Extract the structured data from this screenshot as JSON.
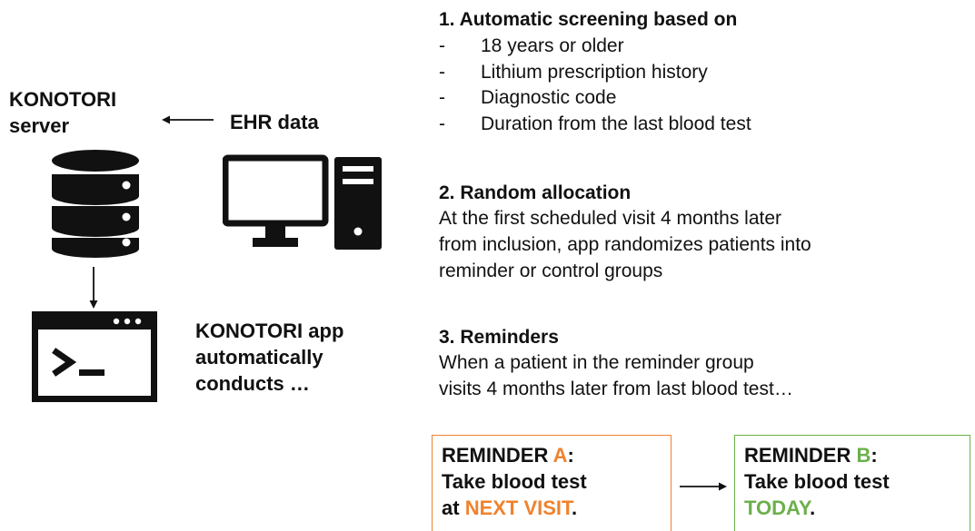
{
  "server": {
    "label_line1": "KONOTORI",
    "label_line2": "server"
  },
  "ehr": {
    "label": "EHR data"
  },
  "app": {
    "line1": "KONOTORI app",
    "line2": "automatically",
    "line3": "conducts …"
  },
  "steps": {
    "screening": {
      "title": "1. Automatic screening based on",
      "criteria": [
        "18 years or older",
        "Lithium prescription history",
        "Diagnostic code",
        "Duration from the last blood test"
      ]
    },
    "allocation": {
      "title": "2. Random allocation",
      "text": [
        "At the first scheduled visit 4 months later",
        "from inclusion, app randomizes patients into",
        "reminder or control groups"
      ]
    },
    "reminders": {
      "title": "3. Reminders",
      "text": [
        "When a patient in the reminder group",
        "visits 4 months later from last blood test…"
      ]
    }
  },
  "reminder_a": {
    "prefix": "REMINDER ",
    "letter": "A",
    "suffix": ":",
    "line2": "Take blood test",
    "line3_prefix": "at ",
    "line3_highlight": "NEXT VISIT",
    "line3_suffix": "."
  },
  "reminder_b": {
    "prefix": "REMINDER ",
    "letter": "B",
    "suffix": ":",
    "line2": "Take blood test",
    "line3_highlight": "TODAY",
    "line3_suffix": "."
  },
  "colors": {
    "reminder_a_accent": "#f0822d",
    "reminder_b_accent": "#6bb04a",
    "text": "#111111"
  },
  "icons": {
    "server": "database-icon",
    "ehr": "desktop-computer-icon",
    "app": "terminal-window-icon"
  }
}
